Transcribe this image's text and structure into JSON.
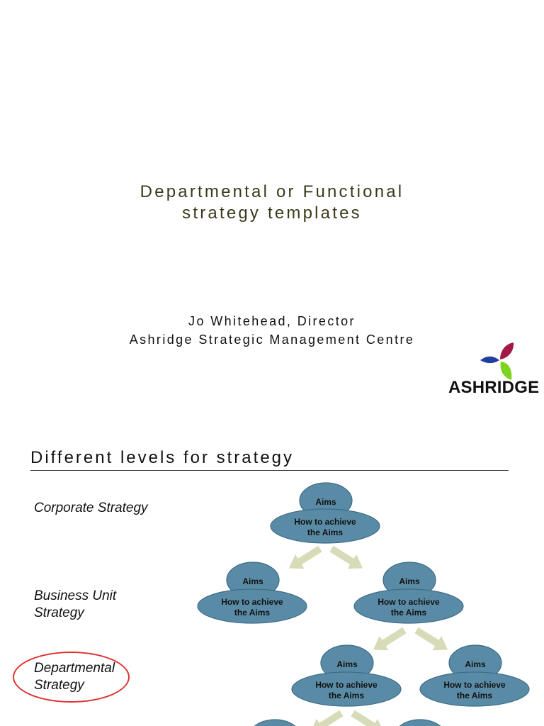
{
  "slide1": {
    "title_line1": "Departmental or Functional",
    "title_line2": "strategy templates",
    "author_line1": "Jo Whitehead, Director",
    "author_line2": "Ashridge Strategic Management Centre",
    "logo_text": "ASHRIDGE"
  },
  "slide2": {
    "title": "Different levels for strategy",
    "levels": [
      {
        "line1": "Corporate Strategy",
        "line2": ""
      },
      {
        "line1": "Business Unit",
        "line2": "Strategy"
      },
      {
        "line1": "Departmental",
        "line2": "Strategy"
      }
    ],
    "node": {
      "aims": "Aims",
      "how_line1": "How to achieve",
      "how_line2": "the Aims"
    }
  },
  "colors": {
    "node_fill": "#5a8ba6",
    "node_stroke": "#3e6d88",
    "arrow_fill": "#d8dbb8",
    "highlight": "#e03030",
    "logo_red": "#a11a45",
    "logo_blue": "#1f3f9f",
    "logo_green": "#7ed321"
  }
}
